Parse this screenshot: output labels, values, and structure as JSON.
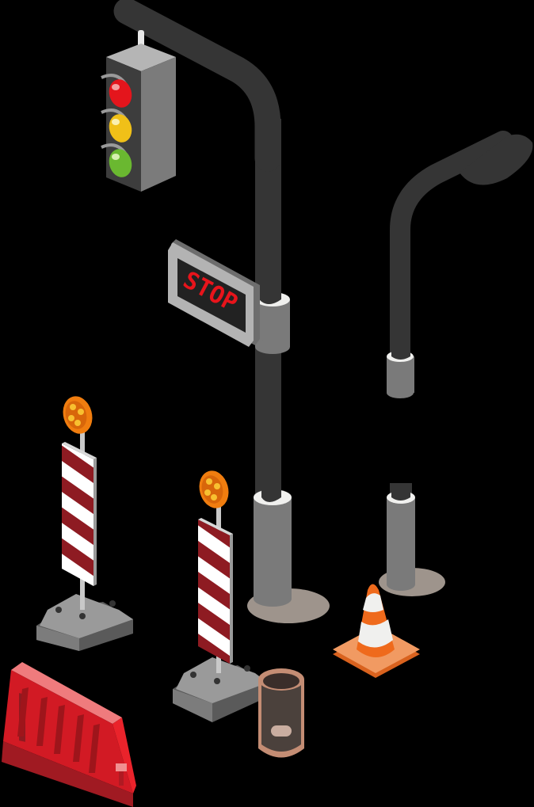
{
  "scene": {
    "background": "#000000",
    "description": "Isometric street objects illustration"
  },
  "objects": {
    "traffic_light": {
      "lights": [
        "red",
        "yellow",
        "green"
      ]
    },
    "stop_sign": {
      "text": "STOP"
    },
    "street_lamp": {},
    "warning_barrier_1": {},
    "warning_barrier_2": {},
    "traffic_cone": {},
    "trash_can": {},
    "water_barrier": {}
  },
  "colors": {
    "pole": "#353535",
    "sleeve": "#7a7a7a",
    "sleeve_top": "#f0f0ee",
    "base_shadow": "#9e948c",
    "stop_red": "#e8141b",
    "stripe_red": "#8e1b22",
    "lamp_orange": "#f07d0f",
    "cone_orange": "#ef6a1c",
    "barrier_red": "#e8232b",
    "trash_brown": "#4b413c"
  }
}
